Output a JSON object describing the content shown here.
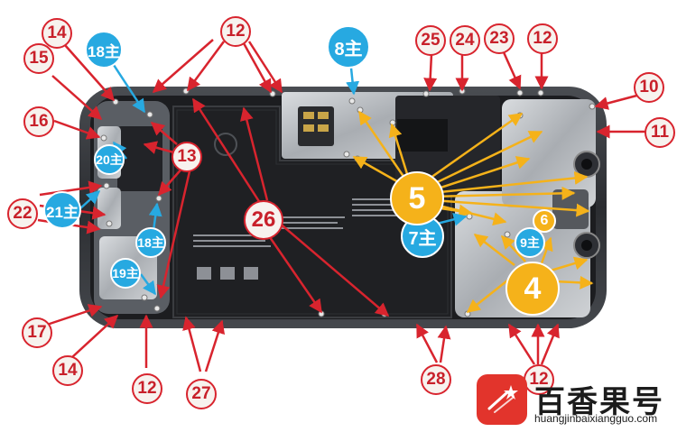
{
  "callouts": {
    "c10": "10",
    "c11": "11",
    "c12a": "12",
    "c12b": "12",
    "c12c": "12",
    "c12d": "12",
    "c13": "13",
    "c14a": "14",
    "c14b": "14",
    "c15": "15",
    "c16": "16",
    "c17": "17",
    "c22": "22",
    "c23": "23",
    "c24": "24",
    "c25": "25",
    "c26": "26",
    "c27": "27",
    "c28": "28"
  },
  "main_screws": {
    "m18a": "18主",
    "m18b": "18主",
    "m20": "20主",
    "m21": "21主",
    "m19": "19主",
    "m8": "8主",
    "m7": "7主",
    "m9": "9主"
  },
  "groups": {
    "g5": "5",
    "g6": "6",
    "g4": "4"
  },
  "watermark": {
    "brand": "百香果号",
    "url": "huangjinbaixiangguo.com"
  },
  "colors": {
    "callout_red": "#d8242e",
    "main_blue": "#27a9e1",
    "group_yellow": "#f5b21a",
    "brand_red": "#e2342c"
  }
}
